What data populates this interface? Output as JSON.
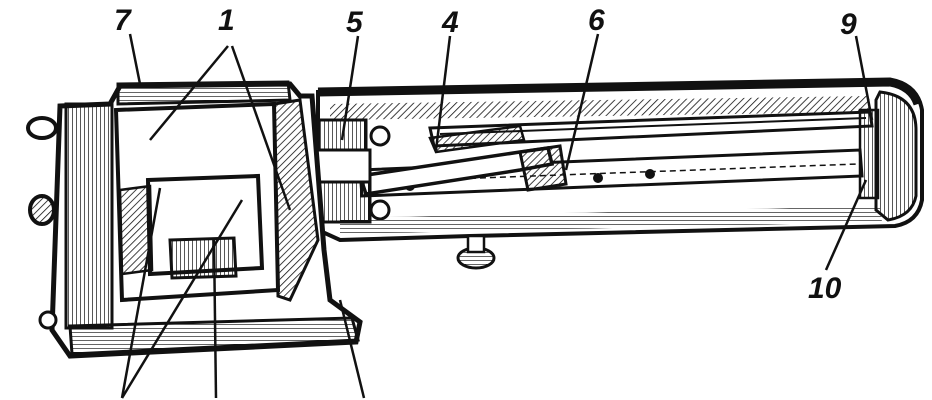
{
  "figure": {
    "callouts": [
      {
        "id": "c7",
        "label": "7"
      },
      {
        "id": "c1",
        "label": "1"
      },
      {
        "id": "c5",
        "label": "5"
      },
      {
        "id": "c4",
        "label": "4"
      },
      {
        "id": "c6",
        "label": "6"
      },
      {
        "id": "c9",
        "label": "9"
      },
      {
        "id": "c10",
        "label": "10"
      }
    ],
    "ink_color": "#111111",
    "paper_color": "#ffffff"
  }
}
